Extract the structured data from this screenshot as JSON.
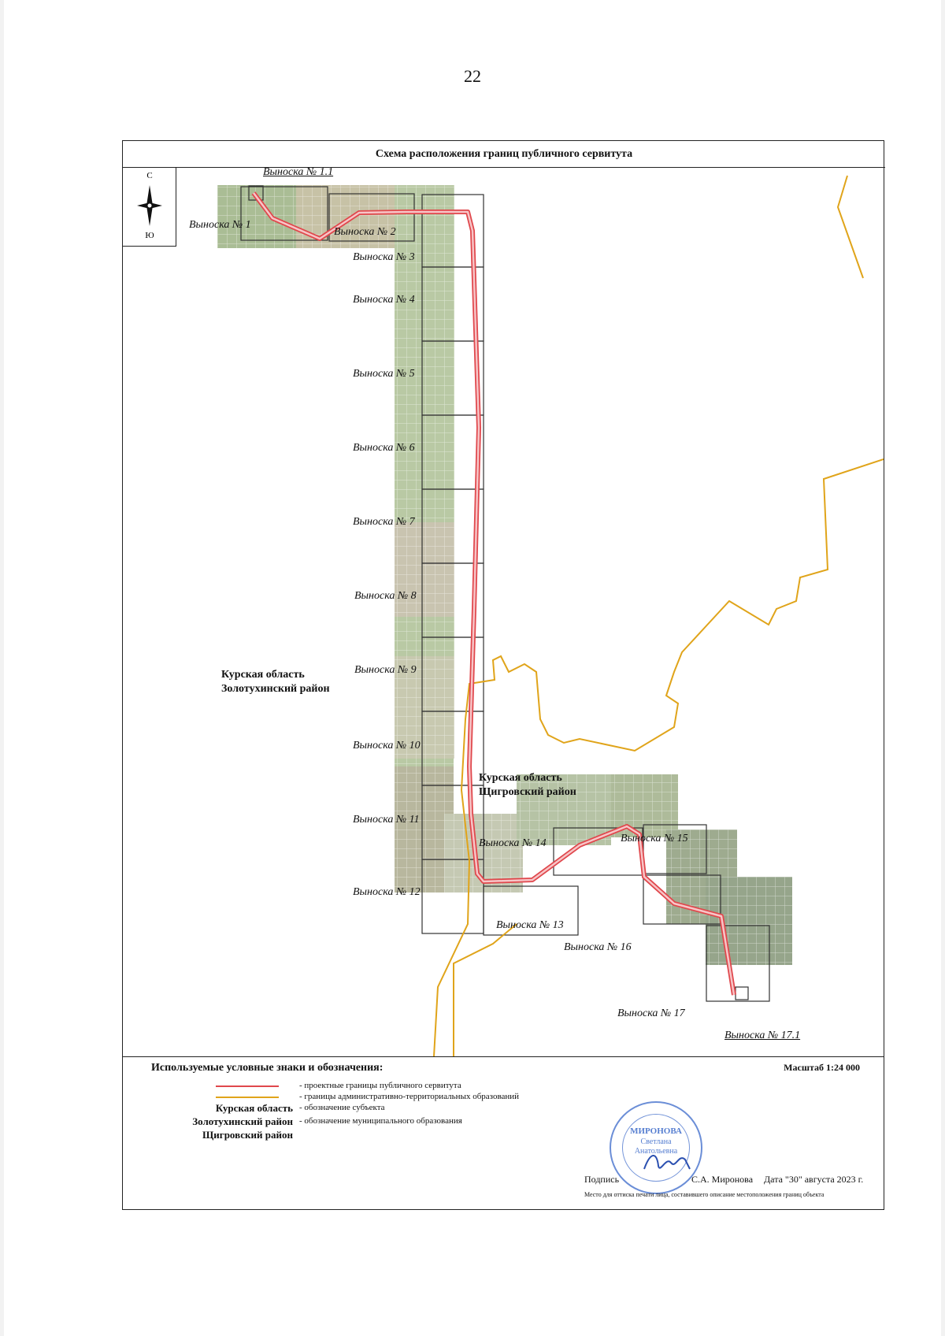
{
  "page_number": "22",
  "map": {
    "title": "Схема расположения границ публичного сервитута",
    "compass": {
      "north": "С",
      "south": "Ю"
    },
    "callouts": [
      {
        "id": "1.1",
        "label": "Выноска № 1.1"
      },
      {
        "id": "1",
        "label": "Выноска № 1"
      },
      {
        "id": "2",
        "label": "Выноска № 2"
      },
      {
        "id": "3",
        "label": "Выноска № 3"
      },
      {
        "id": "4",
        "label": "Выноска № 4"
      },
      {
        "id": "5",
        "label": "Выноска № 5"
      },
      {
        "id": "6",
        "label": "Выноска № 6"
      },
      {
        "id": "7",
        "label": "Выноска № 7"
      },
      {
        "id": "8",
        "label": "Выноска № 8"
      },
      {
        "id": "9",
        "label": "Выноска № 9"
      },
      {
        "id": "10",
        "label": "Выноска № 10"
      },
      {
        "id": "11",
        "label": "Выноска № 11"
      },
      {
        "id": "12",
        "label": "Выноска № 12"
      },
      {
        "id": "13",
        "label": "Выноска № 13"
      },
      {
        "id": "14",
        "label": "Выноска № 14"
      },
      {
        "id": "15",
        "label": "Выноска № 15"
      },
      {
        "id": "16",
        "label": "Выноска № 16"
      },
      {
        "id": "17",
        "label": "Выноска № 17"
      },
      {
        "id": "17.1",
        "label": "Выноска № 17.1"
      }
    ],
    "regions": [
      {
        "line1": "Курская область",
        "line2": "Золотухинский район"
      },
      {
        "line1": "Курская область",
        "line2": "Щигровский район"
      }
    ],
    "colors": {
      "servitude_boundary": "#e0474c",
      "admin_boundary": "#e0a41a",
      "frame": "#222222"
    }
  },
  "legend": {
    "title": "Используемые условные знаки и обозначения:",
    "scale": "Масштаб 1:24 000",
    "items": [
      {
        "key": "",
        "symbol": "red-line",
        "description": "- проектные границы публичного сервитута"
      },
      {
        "key": "",
        "symbol": "yellow-line",
        "description": "- границы административно-территориальных образований"
      },
      {
        "key": "Курская область",
        "symbol": "",
        "description": "- обозначение субъекта"
      },
      {
        "key": "Золотухинский район",
        "symbol": "",
        "description": "- обозначение муниципального образования"
      },
      {
        "key": "Щигровский район",
        "symbol": "",
        "description": ""
      }
    ]
  },
  "signature": {
    "label": "Подпись",
    "name": "С.А. Миронова",
    "date": "Дата \"30\" августа 2023 г.",
    "stamp_note": "Место для оттиска печати лица, составившего описание местоположения границ объекта",
    "stamp": {
      "line1": "МИРОНОВА",
      "line2": "Светлана",
      "line3": "Анатольевна"
    }
  }
}
